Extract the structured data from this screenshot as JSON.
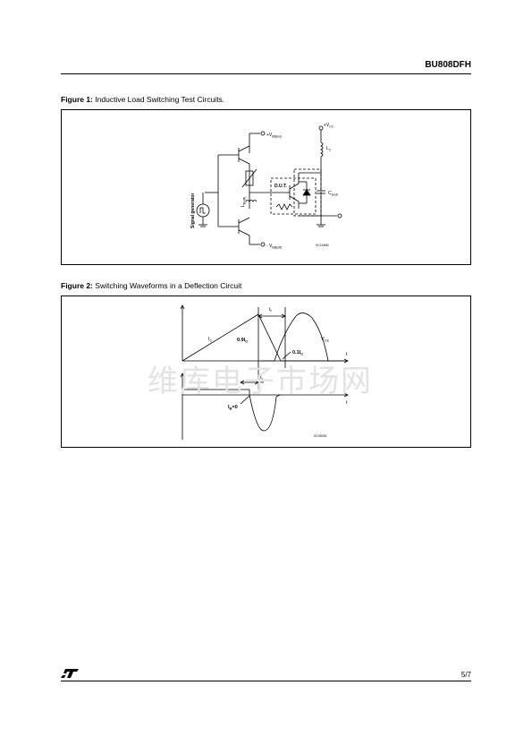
{
  "header": {
    "part_number": "BU808DFH"
  },
  "figure1": {
    "label": "Figure 1:",
    "title": "Inductive Load Switching Test Circuits.",
    "labels": {
      "vcc": "+V",
      "vcc_sub": "CC",
      "lc": "L",
      "lc_sub": "C",
      "vbb_on": "+V",
      "vbb_on_sub": "BB(on)",
      "vbb_off": "- V",
      "vbb_off_sub": "BB(off)",
      "dut": "D.U.T.",
      "csnub": "C",
      "csnub_sub": "snub",
      "lb": "L",
      "lb_sub": "B(off)",
      "signal_generator": "Signal generator",
      "drawing_code": "SC10690"
    }
  },
  "figure2": {
    "label": "Figure 2:",
    "title": "Switching Waveforms in a Deflection Circuit",
    "labels": {
      "ic": "I",
      "ic_sub": "C",
      "ic09": "0.9I",
      "ic09_sub": "C",
      "ic01": "0.1I",
      "ic01_sub": "C",
      "tf": "t",
      "tf_sub": "f",
      "ts": "t",
      "ts_sub": "s",
      "vce": "V",
      "vce_sub": "CE",
      "t1": "t",
      "t2": "t",
      "ib": "I",
      "ib_sub": "B",
      "ib_eq": "=0",
      "drawing_code": "SC05051"
    }
  },
  "watermark": "维库电子市场网",
  "footer": {
    "page": "5/7"
  }
}
